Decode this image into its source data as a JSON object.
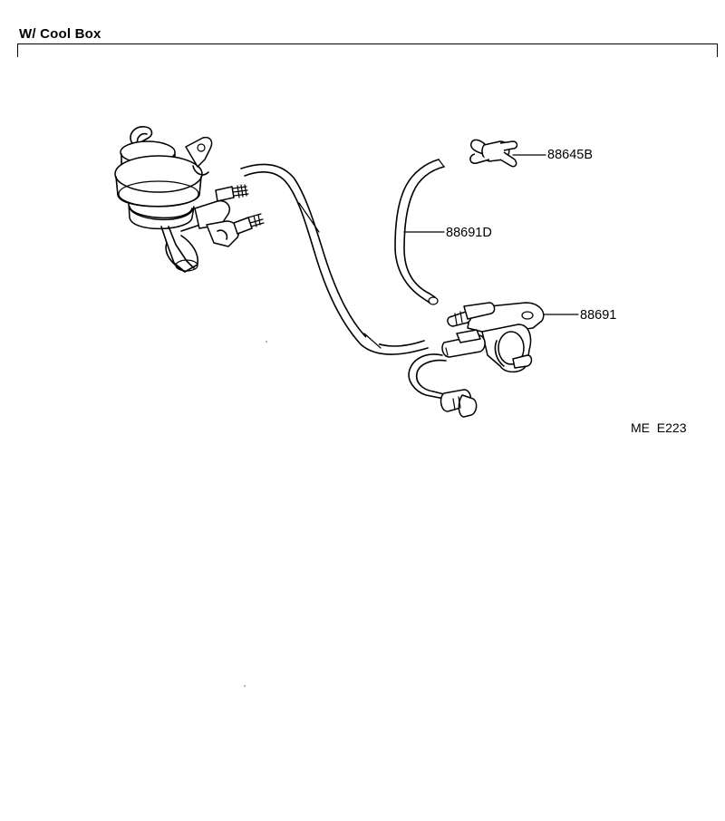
{
  "header": {
    "title": "W/ Cool Box"
  },
  "callouts": {
    "part_88645B": "88645B",
    "part_88691D": "88691D",
    "part_88691": "88691"
  },
  "illustration_code": "ME  E223"
}
